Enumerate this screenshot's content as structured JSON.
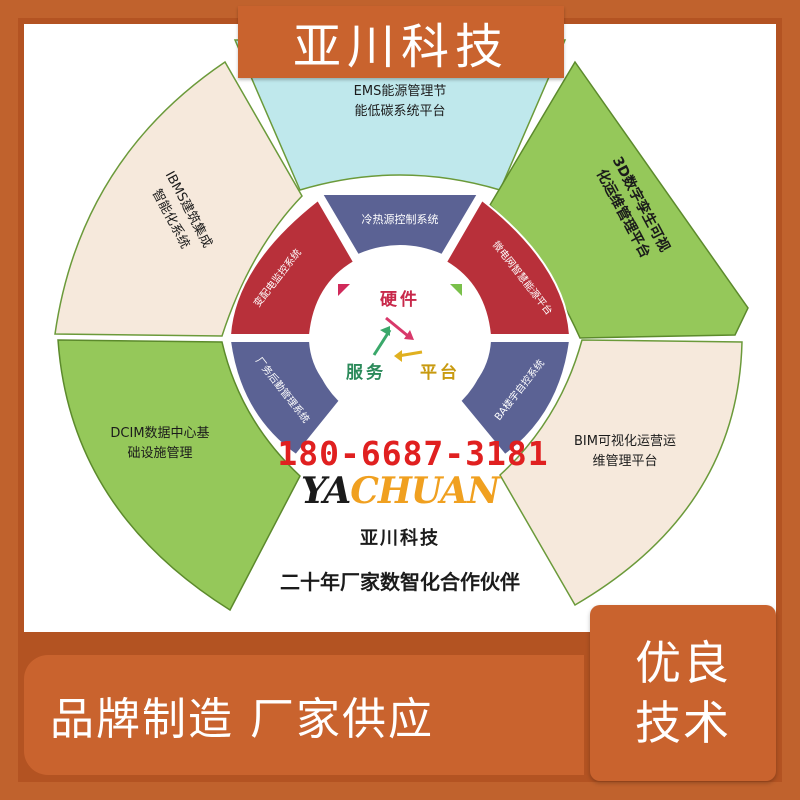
{
  "header": {
    "title": "亚川科技"
  },
  "diagram": {
    "outer_segments": [
      {
        "label_line1": "EMS能源管理节",
        "label_line2": "能低碳系统平台"
      },
      {
        "label_line1": "3D数字孪生可视",
        "label_line2": "化运维管理平台"
      },
      {
        "label_line1": "BIM可视化运营运",
        "label_line2": "维管理平台"
      },
      {
        "label_line1": "DCIM数据中心基",
        "label_line2": "础设施管理"
      },
      {
        "label_line1": "IBMS建筑集成",
        "label_line2": "智能化系统"
      }
    ],
    "inner_segments": [
      {
        "label": "冷热源控制系统"
      },
      {
        "label": "微电网智慧能源平台"
      },
      {
        "label": "BA楼宇自控系统"
      },
      {
        "label": "厂务后勤管理系统"
      },
      {
        "label": "变配电监控系统"
      }
    ],
    "center": {
      "top": "硬件",
      "left": "服务",
      "right": "平台"
    }
  },
  "contact": {
    "phone": "180-6687-3181"
  },
  "logo": {
    "latin_a": "YA",
    "latin_b": "CHUAN",
    "chinese": "亚川科技"
  },
  "tagline": "二十年厂家数智化合作伙伴",
  "bottom": {
    "banner": "品牌制造  厂家供应",
    "side_line1": "优良",
    "side_line2": "技术"
  },
  "colors": {
    "accent": "#c9632e",
    "outer_cyan": "#bfe8ec",
    "outer_green": "#95c85a",
    "outer_cream": "#f6e9dc",
    "inner_blue": "#5b6294",
    "inner_red": "#b8303a",
    "phone_red": "#e02020"
  }
}
